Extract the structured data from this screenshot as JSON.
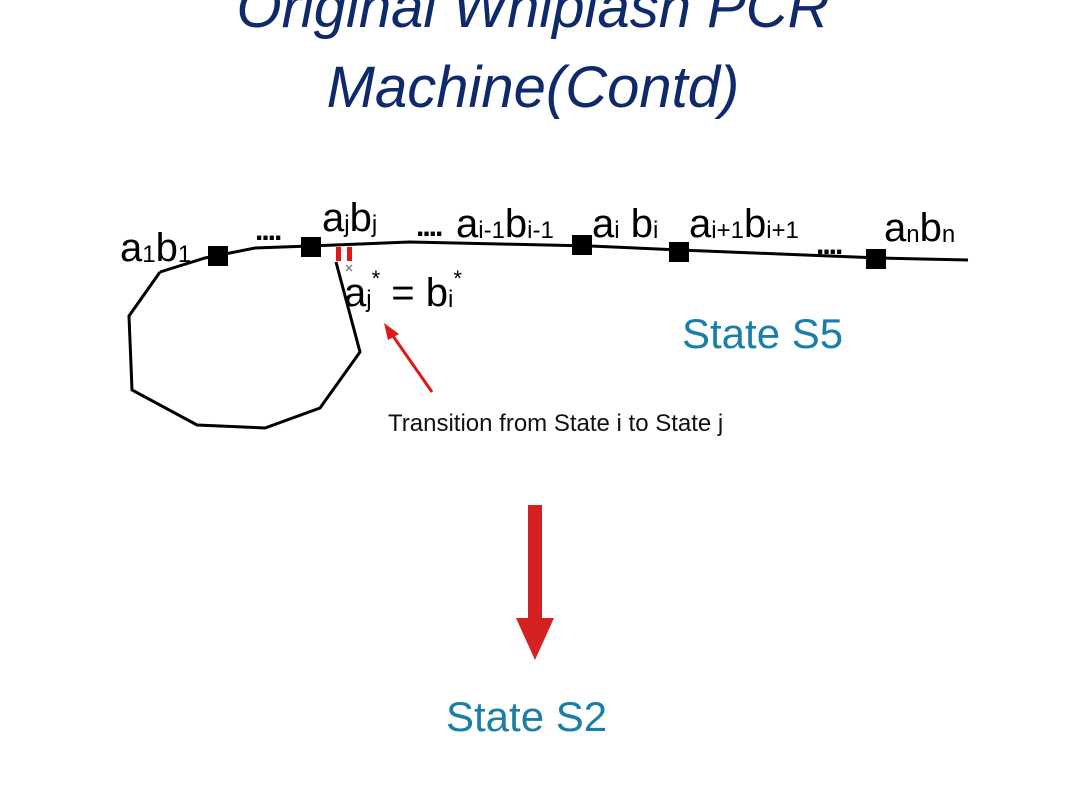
{
  "title": {
    "line1": "Original Whiplash PCR",
    "line2": "Machine(Contd)"
  },
  "pairs": [
    {
      "a": "a",
      "a_sub": "1",
      "b": "b",
      "b_sub": "1"
    },
    {
      "a": "a",
      "a_sub": "j",
      "b": "b",
      "b_sub": "j"
    },
    {
      "a": "a",
      "a_sub": "i-1",
      "b": "b",
      "b_sub": "i-1"
    },
    {
      "a": "a",
      "a_sub": "i",
      "b": "b",
      "b_sub": "i"
    },
    {
      "a": "a",
      "a_sub": "i+1",
      "b": "b",
      "b_sub": "i+1"
    },
    {
      "a": "a",
      "a_sub": "n",
      "b": "b",
      "b_sub": "n"
    }
  ],
  "ellipsis": "....",
  "equation": {
    "left": "a",
    "left_sub": "j",
    "left_sup": "*",
    "equals": " = ",
    "right": "b",
    "right_sub": "i",
    "right_sup": "*"
  },
  "state_top": "State S5",
  "transition_note": "Transition from State i to State j",
  "state_bottom": "State S2",
  "colors": {
    "title": "#0f2a6b",
    "state": "#1a7fa8",
    "arrow": "#d42020",
    "strand": "#000000"
  }
}
